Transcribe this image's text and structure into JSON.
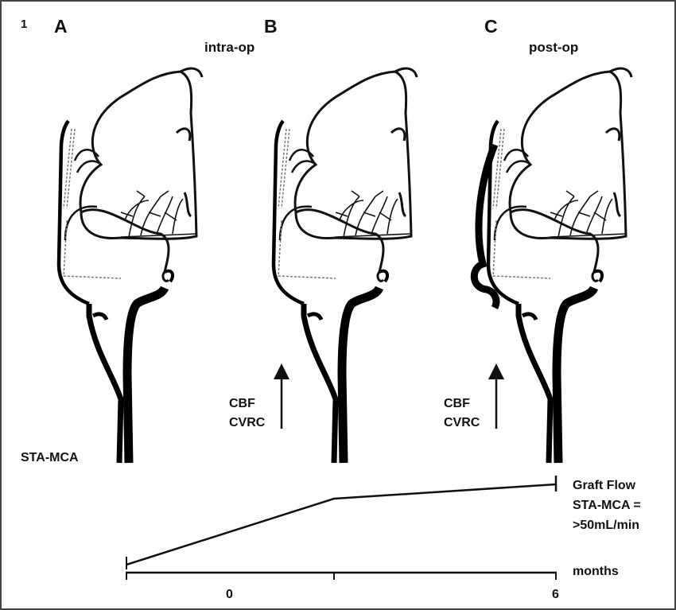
{
  "figure_number": "1",
  "panels": [
    {
      "letter": "A",
      "subtitle": ""
    },
    {
      "letter": "B",
      "subtitle": "intra-op"
    },
    {
      "letter": "C",
      "subtitle": "post-op"
    }
  ],
  "procedure_label": "STA-MCA",
  "arrow_labels": {
    "line1": "CBF",
    "line2": "CVRC"
  },
  "graph": {
    "line_label": [
      "Graft Flow",
      "STA-MCA =",
      ">50mL/min"
    ],
    "axis_label": "months",
    "ticks": [
      "0",
      "6"
    ]
  }
}
